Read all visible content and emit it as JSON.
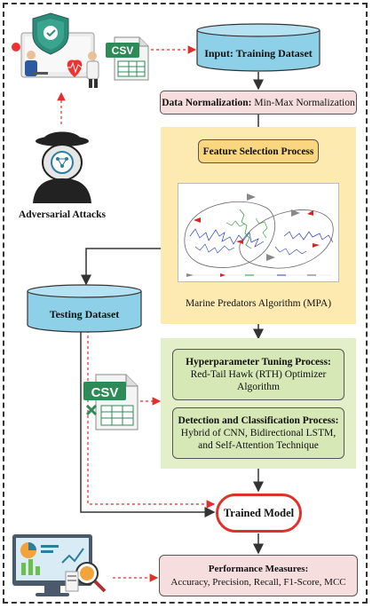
{
  "input": {
    "label": "Input: Training Dataset"
  },
  "normalization": {
    "bold": "Data Normalization:",
    "rest": " Min-Max Normalization"
  },
  "feature_selection": {
    "label": "Feature Selection Process"
  },
  "mpa": {
    "caption": "Marine Predators Algorithm (MPA)"
  },
  "testing": {
    "label": "Testing Dataset"
  },
  "adversarial": {
    "label": "Adversarial Attacks"
  },
  "csv_top": {
    "label": "CSV"
  },
  "csv_mid": {
    "label": "CSV"
  },
  "hyper": {
    "title": "Hyperparameter Tuning Process:",
    "line1": "Red-Tail Hawk (RTH) Optimizer",
    "line2": "Algorithm"
  },
  "detection": {
    "title": "Detection and Classification Process:",
    "line1": "Hybrid of CNN, Bidirectional LSTM,",
    "line2": "and Self-Attention Technique"
  },
  "trained": {
    "label": "Trained Model"
  },
  "performance": {
    "title": "Performance Measures:",
    "line1": "Accuracy, Precision, Recall, F1-Score, MCC"
  },
  "colors": {
    "cylinder": "#8ed0e8",
    "cylinder_top": "#b5e2f2",
    "normalization": "#f7dede",
    "feature_panel": "#fdeab0",
    "feature_box": "#fbd680",
    "tuning_panel": "#e3efc9",
    "tuning_box": "#d5e8b5",
    "trained_border": "#e0302a",
    "performance": "#f7dede",
    "arrow_dashed": "#e0302a",
    "arrow_solid": "#333333"
  }
}
